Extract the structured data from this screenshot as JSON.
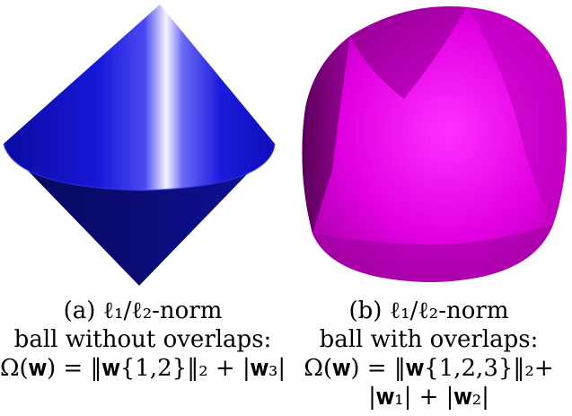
{
  "panels": [
    {
      "id": "a",
      "shape_color": "#1a1ad8",
      "caption_lines": [
        "(a) ℓ₁/ℓ₂-norm",
        "ball without overlaps:",
        "Ω(𝐰) = ‖𝐰{1,2}‖₂ + |𝐰₃|"
      ]
    },
    {
      "id": "b",
      "shape_color": "#d400d4",
      "caption_lines": [
        "(b) ℓ₁/ℓ₂-norm",
        "ball with overlaps:",
        "Ω(𝐰) = ‖𝐰{1,2,3}‖₂+",
        "|𝐰₁| + |𝐰₂|"
      ]
    }
  ]
}
